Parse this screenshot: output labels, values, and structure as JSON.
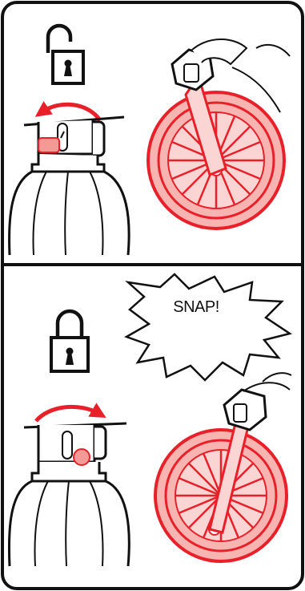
{
  "callout": {
    "text": "SNAP!"
  },
  "panels": [
    {
      "name": "unlocked",
      "lock_state": "unlocked",
      "rotation": "counter-clockwise",
      "icon": "padlock-open-icon"
    },
    {
      "name": "locked",
      "lock_state": "locked",
      "rotation": "clockwise",
      "icon": "padlock-closed-icon"
    }
  ],
  "colors": {
    "outline": "#111111",
    "wheel_fill": "#f7b4b0",
    "wheel_stroke": "#e8202a",
    "arrow": "#e8202a",
    "knob": "#f49a96"
  }
}
